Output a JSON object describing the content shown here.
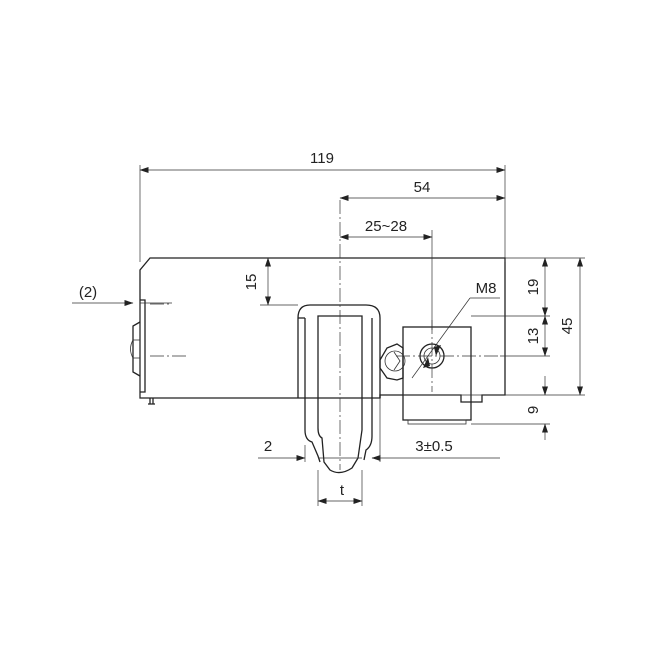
{
  "dimensions": {
    "overall_length": "119",
    "offset_54": "54",
    "range_25_28": "25~28",
    "height_15": "15",
    "gap_2_paren": "(2)",
    "thread": "M8",
    "height_19": "19",
    "height_13": "13",
    "height_45": "45",
    "height_9": "9",
    "gap_2": "2",
    "tolerance": "3±0.5",
    "thickness_t": "t"
  }
}
